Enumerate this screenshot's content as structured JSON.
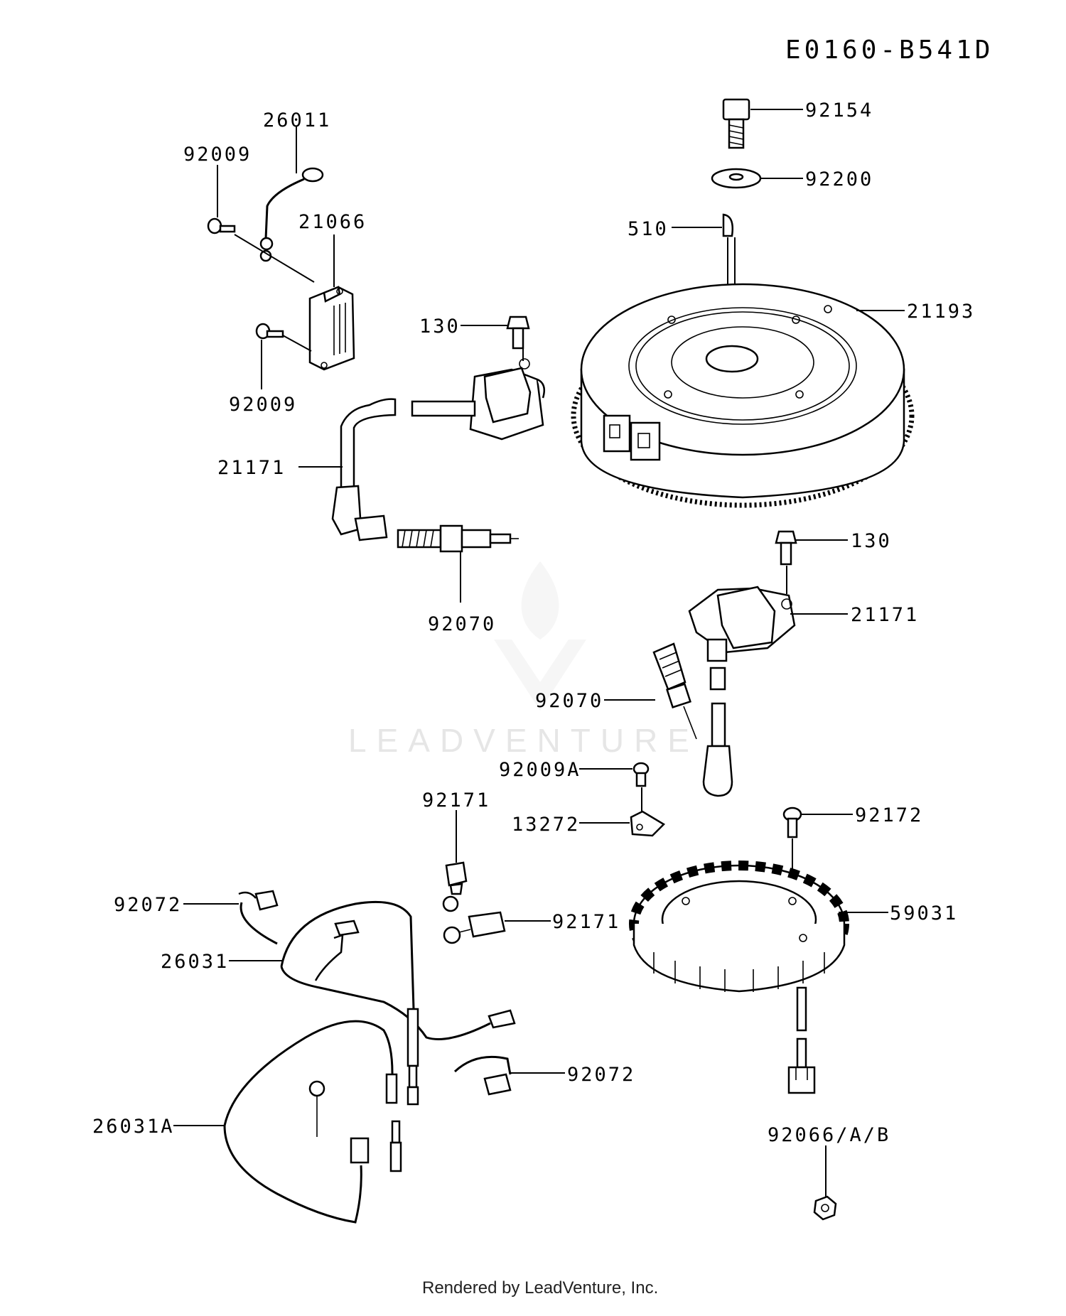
{
  "diagram_code": "E0160-B541D",
  "footer": "Rendered by LeadVenture, Inc.",
  "watermark": "LEADVENTURE",
  "labels": {
    "26011": "26011",
    "92009_top": "92009",
    "21066": "21066",
    "92009_bottom": "92009",
    "130_top": "130",
    "21171_left": "21171",
    "92070_left": "92070",
    "92154": "92154",
    "92200": "92200",
    "510": "510",
    "21193": "21193",
    "130_right": "130",
    "21171_right": "21171",
    "92070_right": "92070",
    "92009A": "92009A",
    "13272": "13272",
    "92172": "92172",
    "92171_top": "92171",
    "92171_bottom": "92171",
    "59031": "59031",
    "92072_top": "92072",
    "26031": "26031",
    "92072_bottom": "92072",
    "26031A": "26031A",
    "92066": "92066/A/B"
  }
}
